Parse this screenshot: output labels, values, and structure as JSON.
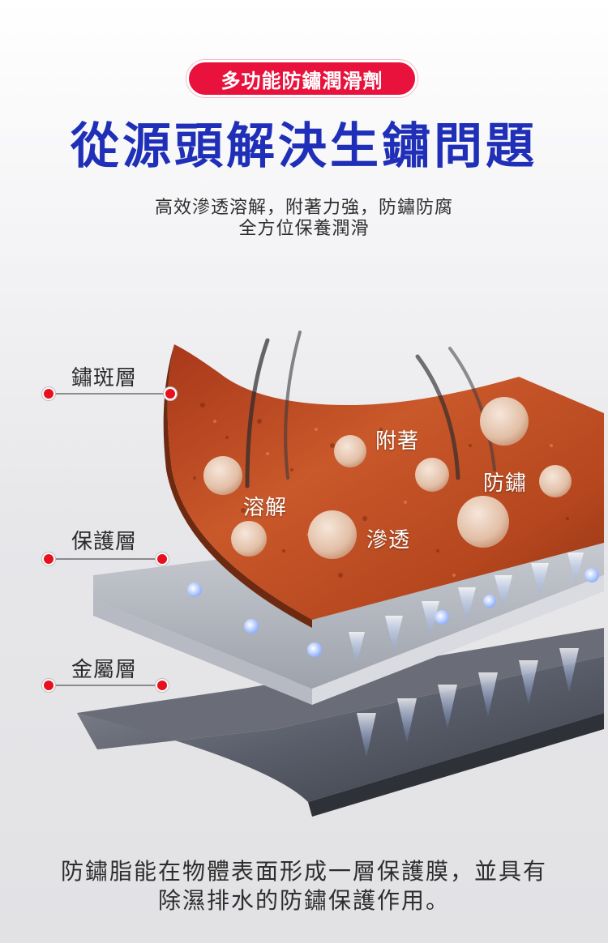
{
  "header": {
    "badge": "多功能防鏽潤滑劑",
    "headline": "從源頭解決生鏽問題",
    "subline1": "高效滲透溶解，附著力強，防鏽防腐",
    "subline2": "全方位保養潤滑"
  },
  "layers": {
    "rust": "鏽斑層",
    "protect": "保護層",
    "metal": "金屬層"
  },
  "effects": {
    "dissolve": "溶解",
    "adhere": "附著",
    "penetrate": "滲透",
    "antirust": "防鏽"
  },
  "footer": {
    "line1": "防鏽脂能在物體表面形成一層保護膜，並具有",
    "line2": "除濕排水的防鏽保護作用。"
  },
  "colors": {
    "badge_red": "#e8123c",
    "headline_blue": "#1f2fb8",
    "rust": "#b5461e",
    "marker_red": "#e8101f"
  }
}
